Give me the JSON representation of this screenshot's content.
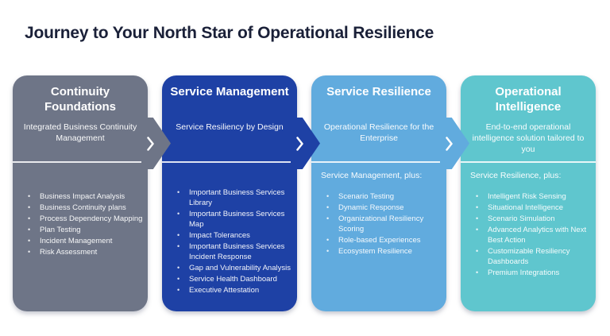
{
  "palette": {
    "page-bg": "#FFFFFF",
    "title-color": "#1A2038",
    "stage1-fill": "#6E7587",
    "stage2-fill": "#1E41A5",
    "stage3-fill": "#61ABDE",
    "stage4-fill": "#5FC6CE"
  },
  "title": "Journey to Your North Star of Operational Resilience",
  "icons": {
    "stage_arrow": "chevron-right-icon"
  },
  "stages": [
    {
      "name": "Continuity Foundations",
      "tagline": "Integrated Business Continuity Management",
      "bullets": [
        "Business Impact Analysis",
        "Business Continuity plans",
        "Process Dependency Mapping",
        "Plan Testing",
        "Incident Management",
        "Risk Assessment"
      ]
    },
    {
      "name": "Service Management",
      "tagline": "Service Resiliency by Design",
      "bullets": [
        "Important Business Services Library",
        "Important Business Services Map",
        "Impact Tolerances",
        "Important Business Services Incident Response",
        "Gap and Vulnerability Analysis",
        "Service Health Dashboard",
        "Executive Attestation"
      ]
    },
    {
      "name": "Service Resilience",
      "tagline": "Operational Resilience for the Enterprise",
      "plus_label": "Service Management, plus:",
      "bullets": [
        "Scenario Testing",
        "Dynamic Response",
        "Organizational Resiliency Scoring",
        "Role-based Experiences",
        "Ecosystem Resilience"
      ]
    },
    {
      "name": "Operational Intelligence",
      "tagline": "End-to-end operational intelligence solution tailored to you",
      "plus_label": "Service Resilience, plus:",
      "bullets": [
        "Intelligent Risk Sensing",
        "Situational Intelligence",
        "Scenario Simulation",
        "Advanced Analytics with Next Best Action",
        "Customizable Resiliency Dashboards",
        "Premium Integrations"
      ]
    }
  ]
}
